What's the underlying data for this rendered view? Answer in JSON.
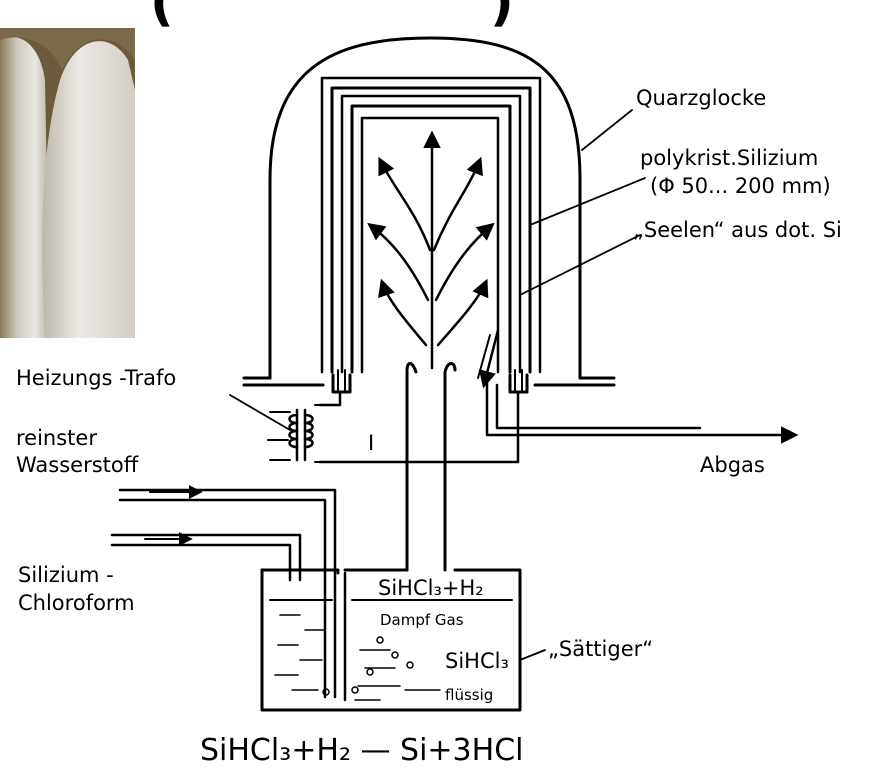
{
  "header": {
    "title_fragment": "(",
    "title_fragment_right": ")"
  },
  "labels": {
    "quarzglocke": "Quarzglocke",
    "polykrist_1": "polykrist.Silizium",
    "polykrist_2": "(Φ 50... 200 mm)",
    "seelen": "„Seelen“ aus dot. Si",
    "heizungs_trafo": "Heizungs -Trafo",
    "wasserstoff_1": "reinster",
    "wasserstoff_2": "Wasserstoff",
    "abgas": "Abgas",
    "chloroform_1": "Silizium -",
    "chloroform_2": "Chloroform",
    "saettiger": "„Sättiger“",
    "current": "I",
    "tank_top_formula": "SiHCl₃+H₂",
    "dampf_gas": "Dampf Gas",
    "tank_liquid_formula": "SiHCl₃",
    "fluessig": "flüssig"
  },
  "equation": "SiHCl₃+H₂ — Si+3HCl",
  "colors": {
    "ink": "#000000",
    "background": "#ffffff",
    "photo_light": "#e4e1dc",
    "photo_dark": "#6b5a3e"
  }
}
